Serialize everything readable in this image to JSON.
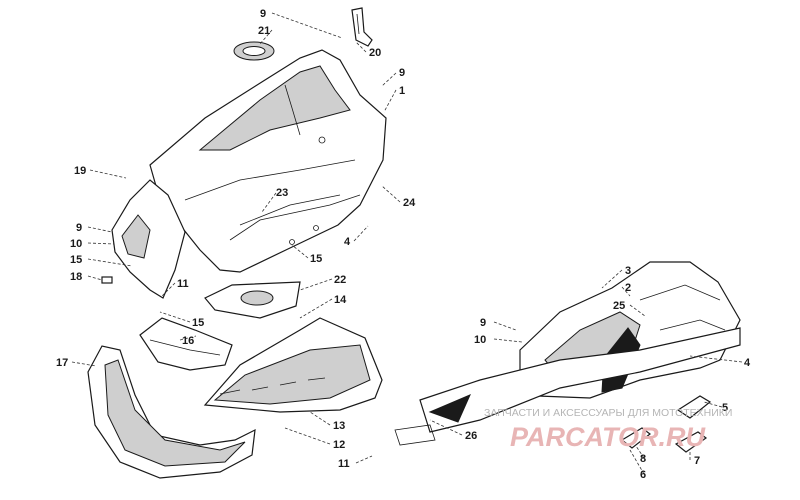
{
  "parts": [
    {
      "label": "9",
      "id": "p9a"
    },
    {
      "label": "21",
      "id": "p21"
    },
    {
      "label": "20",
      "id": "p20"
    },
    {
      "label": "9",
      "id": "p9b"
    },
    {
      "label": "1",
      "id": "p1"
    },
    {
      "label": "19",
      "id": "p19"
    },
    {
      "label": "23",
      "id": "p23"
    },
    {
      "label": "24",
      "id": "p24"
    },
    {
      "label": "9",
      "id": "p9c"
    },
    {
      "label": "10",
      "id": "p10a"
    },
    {
      "label": "15",
      "id": "p15a"
    },
    {
      "label": "18",
      "id": "p18"
    },
    {
      "label": "4",
      "id": "p4a"
    },
    {
      "label": "15",
      "id": "p15b"
    },
    {
      "label": "11",
      "id": "p11a"
    },
    {
      "label": "22",
      "id": "p22"
    },
    {
      "label": "14",
      "id": "p14"
    },
    {
      "label": "15",
      "id": "p15c"
    },
    {
      "label": "16",
      "id": "p16"
    },
    {
      "label": "17",
      "id": "p17"
    },
    {
      "label": "13",
      "id": "p13"
    },
    {
      "label": "12",
      "id": "p12"
    },
    {
      "label": "11",
      "id": "p11b"
    },
    {
      "label": "3",
      "id": "p3"
    },
    {
      "label": "2",
      "id": "p2"
    },
    {
      "label": "25",
      "id": "p25"
    },
    {
      "label": "9",
      "id": "p9d"
    },
    {
      "label": "10",
      "id": "p10b"
    },
    {
      "label": "4",
      "id": "p4b"
    },
    {
      "label": "5",
      "id": "p5"
    },
    {
      "label": "26",
      "id": "p26"
    },
    {
      "label": "8",
      "id": "p8"
    },
    {
      "label": "6",
      "id": "p6"
    },
    {
      "label": "7",
      "id": "p7"
    }
  ],
  "watermark": {
    "text": "ЗАПЧАСТИ И АКСЕССУАРЫ ДЛЯ МОТОТЕХНИКИ",
    "logo": "PARCATOR.RU"
  }
}
